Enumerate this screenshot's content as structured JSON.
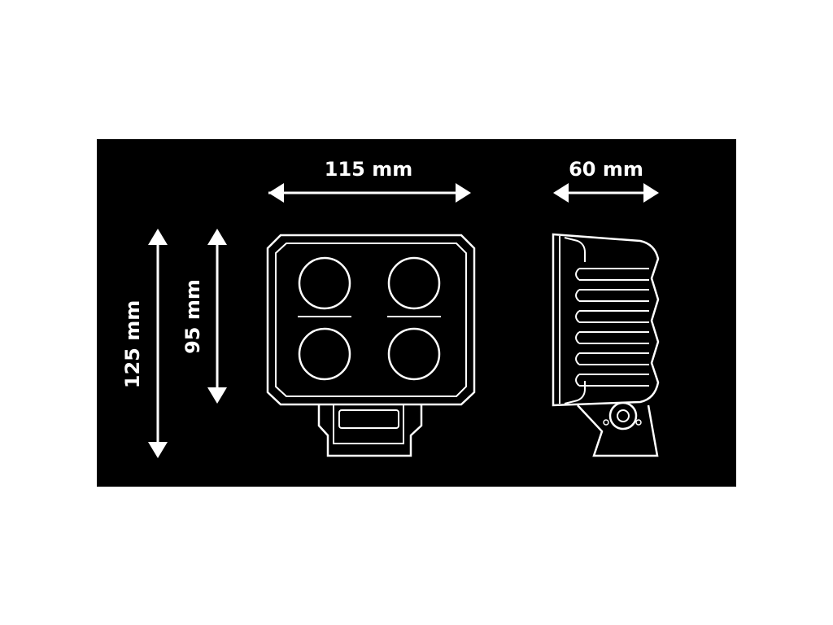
{
  "dimensions": {
    "width_front": "115 mm",
    "depth_side": "60 mm",
    "height_total": "125 mm",
    "height_housing": "95 mm"
  },
  "colors": {
    "background": "#000000",
    "lines": "#ffffff",
    "page": "#ffffff"
  }
}
